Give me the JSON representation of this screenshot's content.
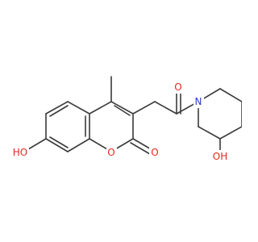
{
  "molecule": {
    "labels": {
      "phenol_oh": "HO",
      "carbonyl_o": "O",
      "ring_o": "O",
      "ketone_o": "O",
      "amide_n": "N",
      "tert_oh": "OH"
    },
    "colors": {
      "bond": "#3a3a3a",
      "oxygen": "#e0281e",
      "nitrogen": "#2d3cc8",
      "background": "#ffffff"
    }
  }
}
